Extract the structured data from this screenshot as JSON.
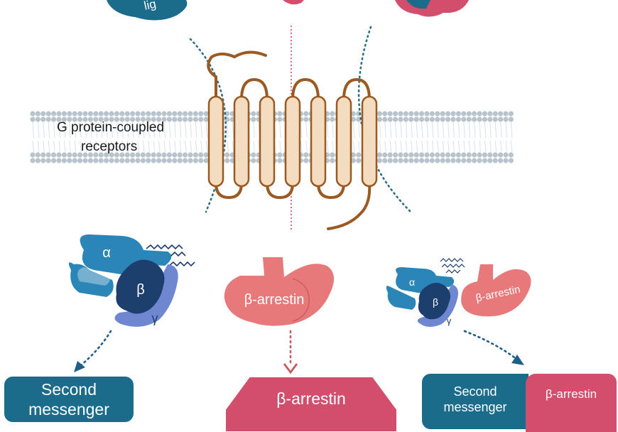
{
  "labels": {
    "ligand_partial": "lig",
    "gpcr_line1": "G protein-coupled",
    "gpcr_line2": "receptors",
    "alpha": "α",
    "beta": "β",
    "gamma": "γ",
    "arrestin_center": "β-arrestin",
    "arrestin_right": "β-arrestin"
  },
  "outputs": {
    "left": {
      "line1": "Second",
      "line2": "messenger"
    },
    "middle": {
      "label": "β-arrestin"
    },
    "right_a": {
      "line1": "Second",
      "line2": "messenger"
    },
    "right_b": {
      "line1": "β-arrestin"
    }
  },
  "colors": {
    "teal": "#1b6b8a",
    "blue": "#2b86b8",
    "navy": "#1d3f6e",
    "lavender": "#6f87d0",
    "pink": "#d24e6c",
    "salmon": "#e8797a",
    "helix_fill": "#f3dcc0",
    "loop_brown": "#9a5a22",
    "membrane_dot": "#b8c4cc",
    "guide_dotted": "#2b6f83"
  }
}
